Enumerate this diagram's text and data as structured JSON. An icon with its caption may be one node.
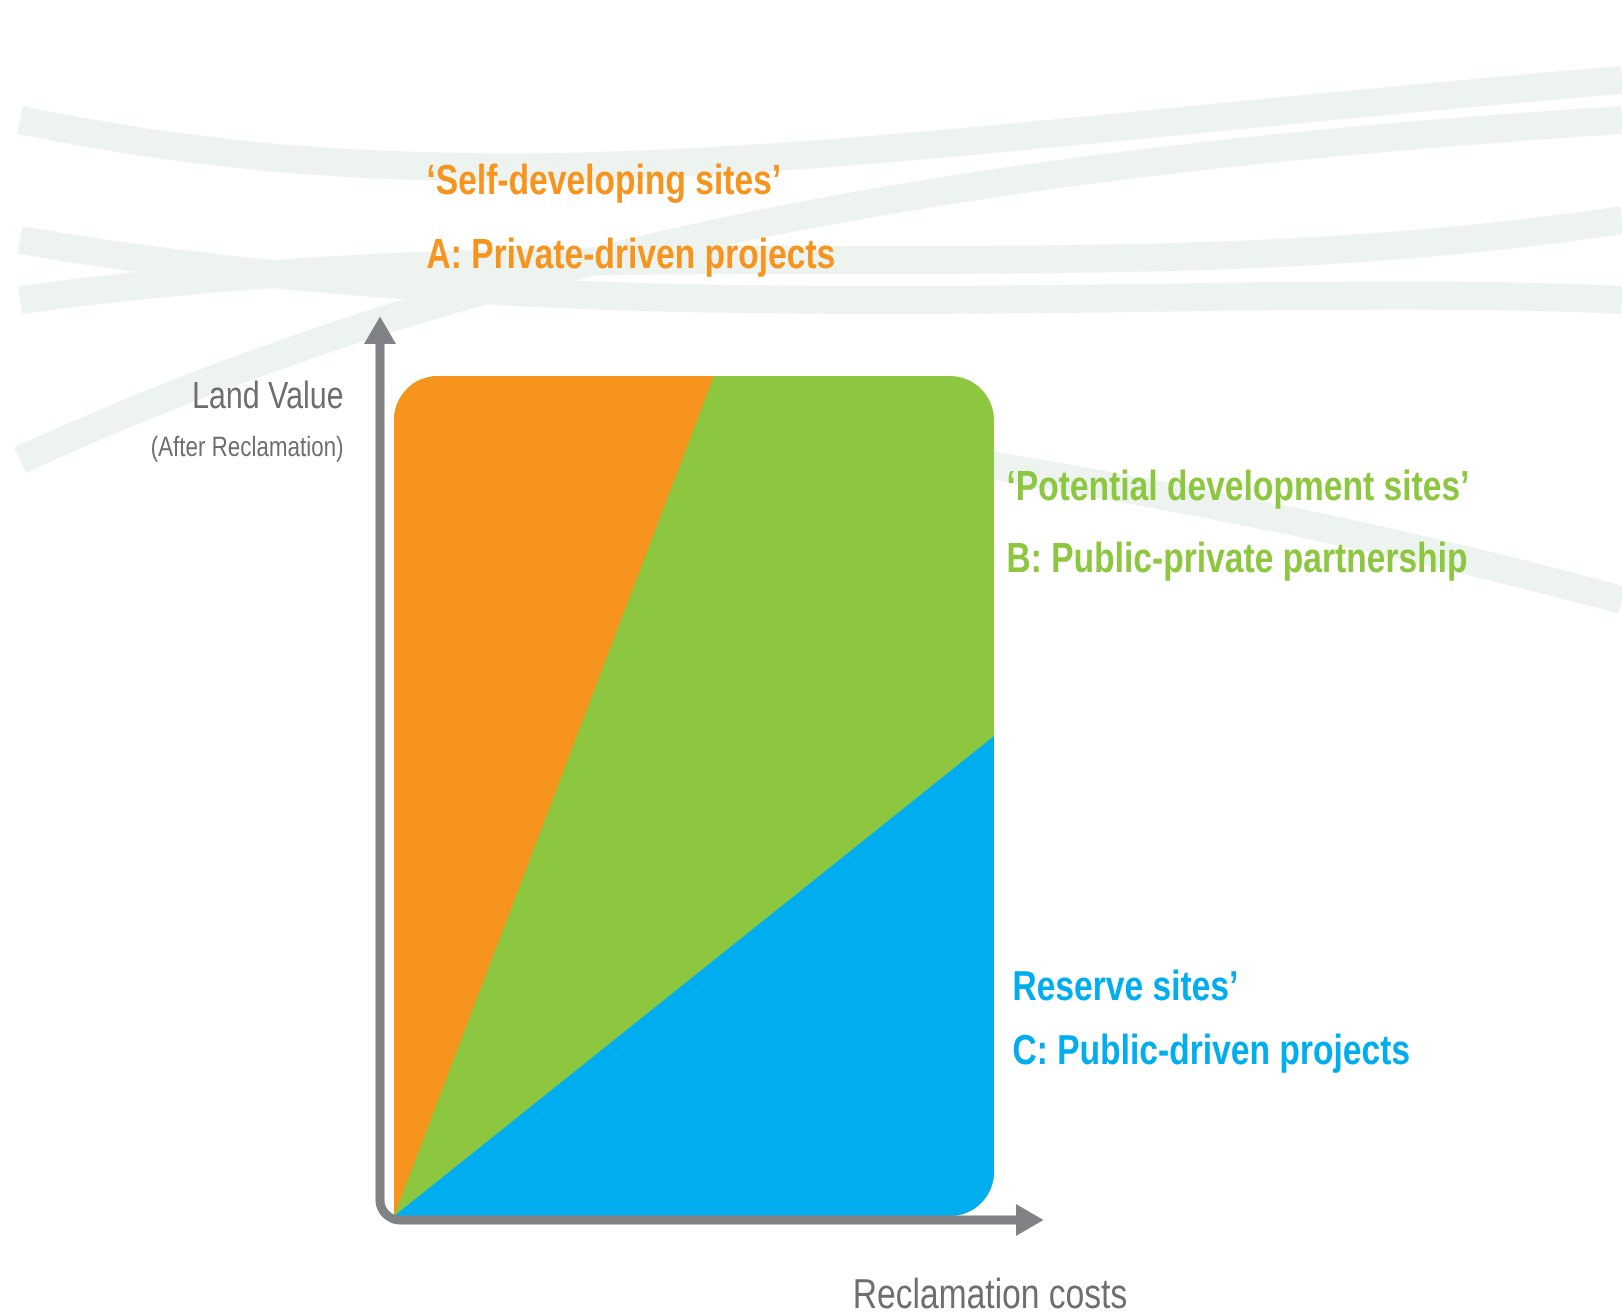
{
  "diagram": {
    "labels": [
      "‘Self-developing sites’",
      "A: Private-driven projects",
      "Land Value",
      "(After Reclamation)",
      "‘Potential development sites’",
      "B: Public-private partnership",
      "Reserve sites’",
      "C: Public-driven projects",
      "Reclamation costs"
    ]
  }
}
